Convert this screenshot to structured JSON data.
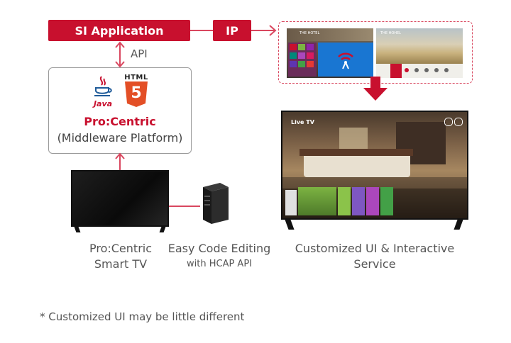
{
  "si_application": "SI Application",
  "ip": "IP",
  "api": "API",
  "java": "Java",
  "html_badge": "HTML",
  "html_five": "5",
  "platform_name": "Pro:Centric",
  "platform_sub": "(Middleware Platform)",
  "tv_left_line1": "Pro:Centric",
  "tv_left_line2": "Smart TV",
  "easy_line1": "Easy Code Editing",
  "easy_line2": "with HCAP API",
  "custom_line1": "Customized UI & Interactive",
  "custom_line2": "Service",
  "footnote": "* Customized UI may be little different",
  "screen1_hotel": "THE HOTEL",
  "screen2_hotel": "THE HOHEL",
  "live_tv": "Live TV",
  "colors": {
    "accent": "#c8102e",
    "line": "#d9475f",
    "text": "#555555"
  }
}
